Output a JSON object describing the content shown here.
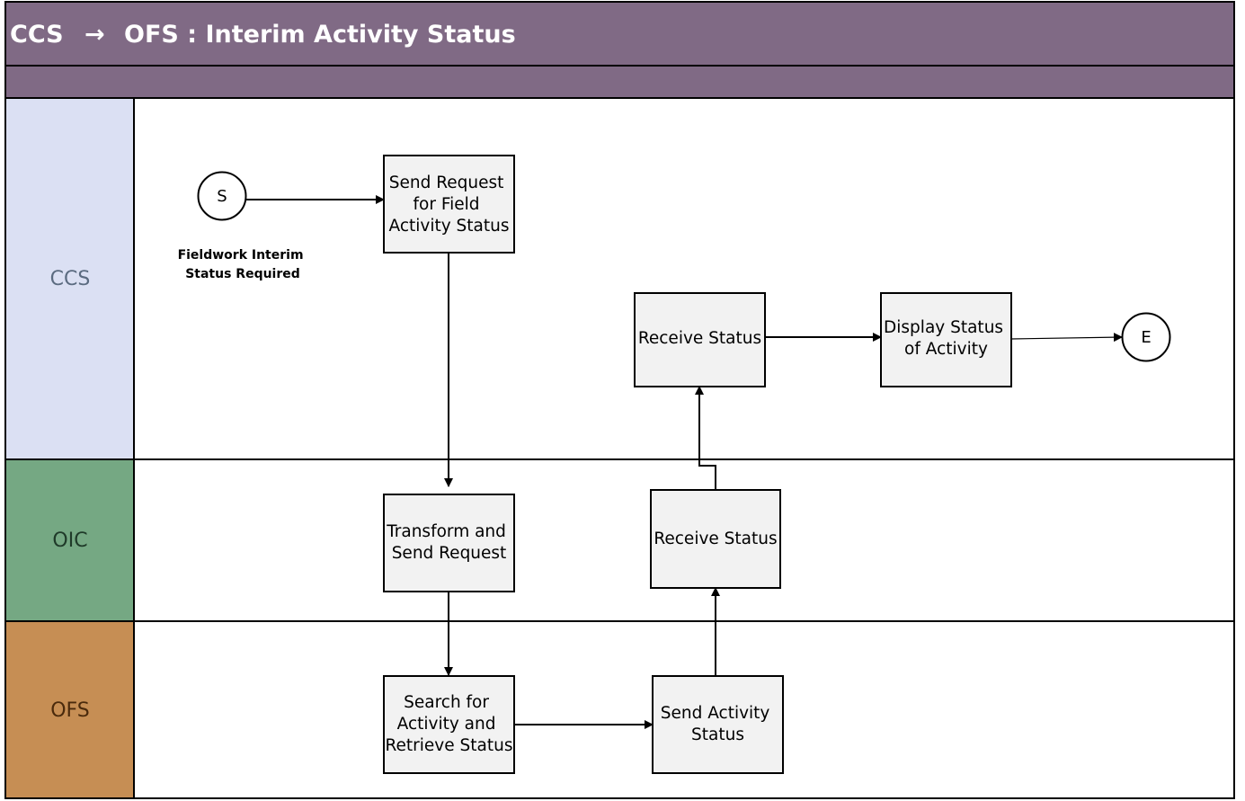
{
  "title": {
    "from": "CCS",
    "arrow": "→",
    "rest": "OFS :  Interim Activity Status"
  },
  "colors": {
    "header": "#806a85",
    "ccs_lane": "#dbe0f3",
    "oic_lane": "#75a883",
    "ofs_lane": "#c68e54",
    "ccs_label": "#5b6b80",
    "oic_label": "#1f3a29",
    "ofs_label": "#4a2a0c",
    "box_fill": "#f2f2f2"
  },
  "lanes": {
    "ccs": "CCS",
    "oic": "OIC",
    "ofs": "OFS"
  },
  "start": {
    "letter": "S",
    "caption_line1": "Fieldwork Interim",
    "caption_line2": "Status Required"
  },
  "end": {
    "letter": "E"
  },
  "boxes": {
    "send_request": [
      "Send Request",
      "for Field",
      "Activity Status"
    ],
    "receive_status_ccs": [
      "Receive Status"
    ],
    "display_status": [
      "Display Status",
      "of Activity"
    ],
    "transform": [
      "Transform and",
      "Send Request"
    ],
    "receive_status_oic": [
      "Receive Status"
    ],
    "search": [
      "Search for",
      "Activity and",
      "Retrieve Status"
    ],
    "send_activity": [
      "Send Activity",
      "Status"
    ]
  }
}
